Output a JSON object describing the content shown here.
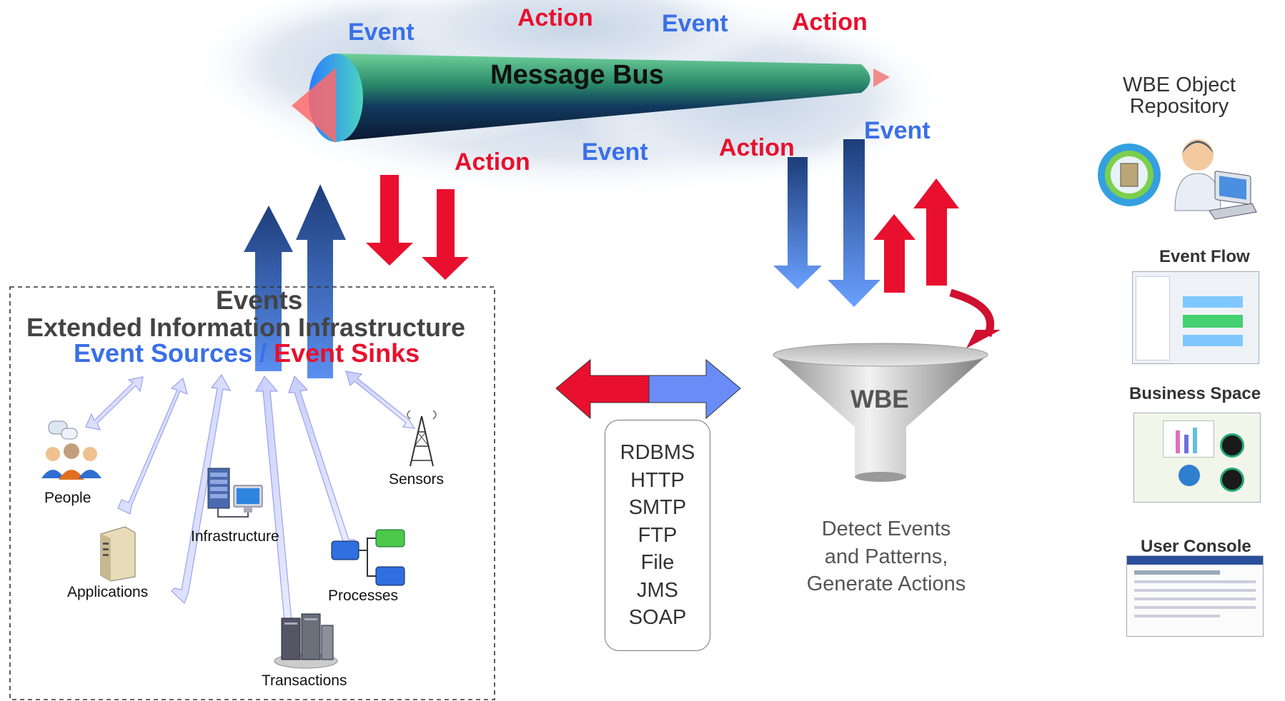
{
  "bus": {
    "title": "Message Bus",
    "labels_top": [
      "Event",
      "Action",
      "Event",
      "Action"
    ],
    "labels_bottom": [
      "Action",
      "Event",
      "Action",
      "Event"
    ]
  },
  "infrastructure": {
    "events_label": "Events",
    "title": "Extended Information Infrastructure",
    "sources": "Event Sources",
    "slash": " / ",
    "sinks": "Event Sinks",
    "nodes": {
      "people": "People",
      "applications": "Applications",
      "infrastructure": "Infrastructure",
      "transactions": "Transactions",
      "processes": "Processes",
      "sensors": "Sensors"
    }
  },
  "protocols": [
    "RDBMS",
    "HTTP",
    "SMTP",
    "FTP",
    "File",
    "JMS",
    "SOAP"
  ],
  "wbe": {
    "funnel_label": "WBE",
    "caption": [
      "Detect Events",
      "and Patterns,",
      "Generate Actions"
    ]
  },
  "sidebar": {
    "repository": [
      "WBE Object",
      "Repository"
    ],
    "event_flow": "Event Flow",
    "business_space": "Business Space",
    "user_console": "User Console"
  },
  "colors": {
    "event": "#3a6fe8",
    "action": "#e8102e"
  }
}
